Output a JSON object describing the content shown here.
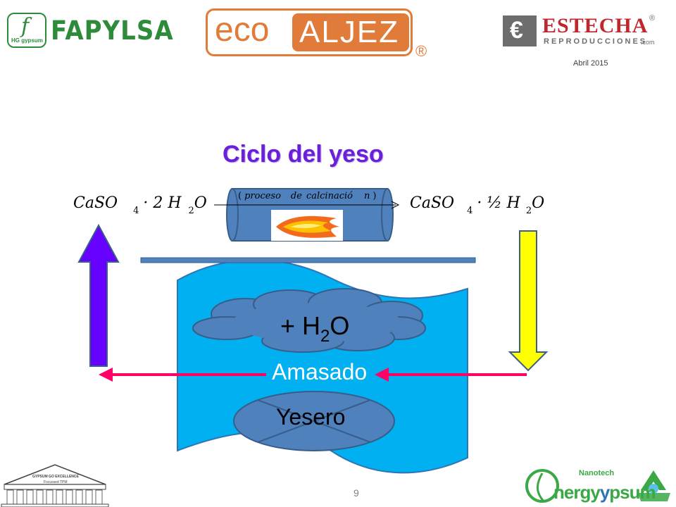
{
  "header": {
    "hg_logo": {
      "glyph": "f",
      "caption": "HG gypsum"
    },
    "fapylsa_logo": {
      "text": "FAPYLSA"
    },
    "ecoaljez_logo": {
      "part1": "eco",
      "part2": "ALJEZ",
      "mark": "®"
    },
    "estecha_logo": {
      "name": "ESTECHA",
      "sub": "REPRODUCCIONES",
      "dom": ".com",
      "mark": "®"
    },
    "date": "Abril 2015"
  },
  "title": "Ciclo del yeso",
  "equation": {
    "left": "CaSO",
    "left_sub": "4",
    "left_mid": "· 2 H",
    "left_sub2": "2",
    "left_tail": "O",
    "arrow_label": [
      "(",
      "proceso",
      "de",
      "calcinació",
      "n",
      ")"
    ],
    "right": "CaSO",
    "right_sub": "4",
    "right_mid": "· ½ H",
    "right_sub2": "2",
    "right_tail": "O"
  },
  "diagram": {
    "cloud_label_main": "+ H",
    "cloud_label_sub": "2",
    "cloud_label_tail": "O",
    "kneading_label": "Amasado",
    "bowl_label": "Yesero"
  },
  "footer": {
    "page_number": "9",
    "temple_title": "GYPSUM GO EXCELLENCE",
    "temple_sub": "Focussed TPM",
    "nanotech": "Nanotech",
    "energy_prefix": "nergy",
    "energy_suffix": "psum",
    "energy_y": "y"
  },
  "colors": {
    "blue_fill": "#00b0f0",
    "shape_blue": "#4f81bd",
    "shape_border": "#385d8a",
    "purple": "#6600ff",
    "yellow": "#ffff00",
    "pink": "#ff0066",
    "title_purple": "#6a1fd8",
    "orange": "#e07b39"
  }
}
